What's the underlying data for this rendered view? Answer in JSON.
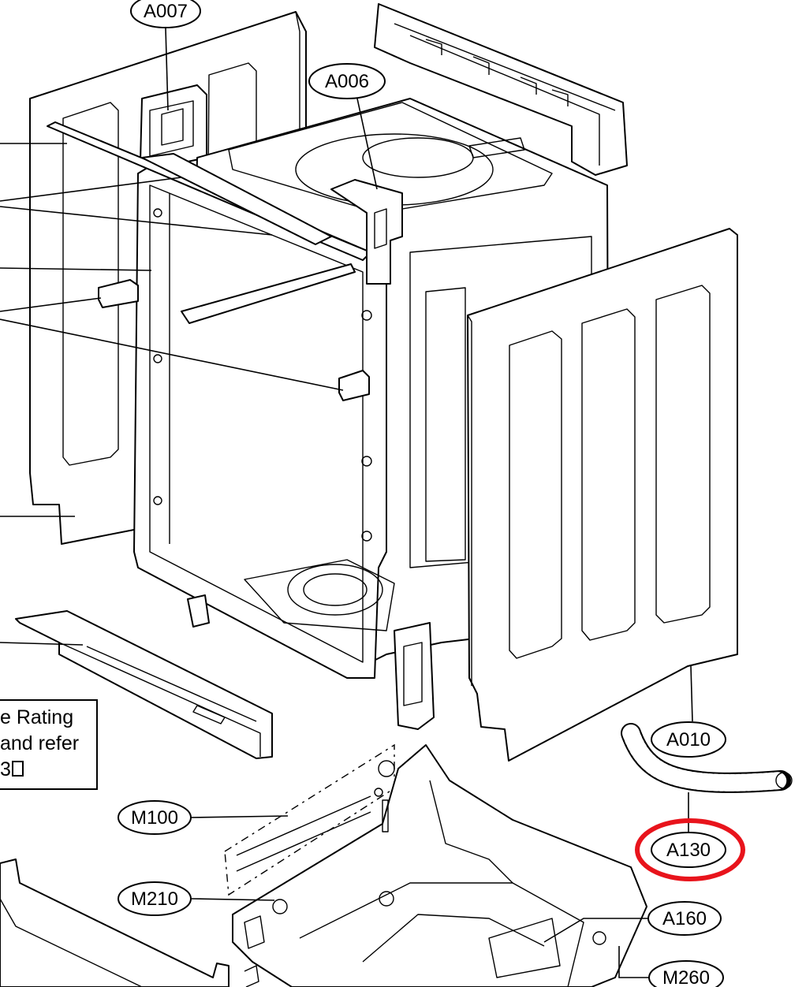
{
  "callouts": [
    {
      "id": "A007",
      "label": "A007"
    },
    {
      "id": "A006",
      "label": "A006"
    },
    {
      "id": "A010",
      "label": "A010"
    },
    {
      "id": "A130",
      "label": "A130"
    },
    {
      "id": "M100",
      "label": "M100"
    },
    {
      "id": "M210",
      "label": "M210"
    },
    {
      "id": "A160",
      "label": "A160"
    },
    {
      "id": "M260",
      "label": "M260"
    }
  ],
  "note": {
    "lines": [
      "e Rating",
      "and refer",
      "3"
    ]
  },
  "highlight": {
    "target": "A130",
    "color": "#e8141c"
  }
}
